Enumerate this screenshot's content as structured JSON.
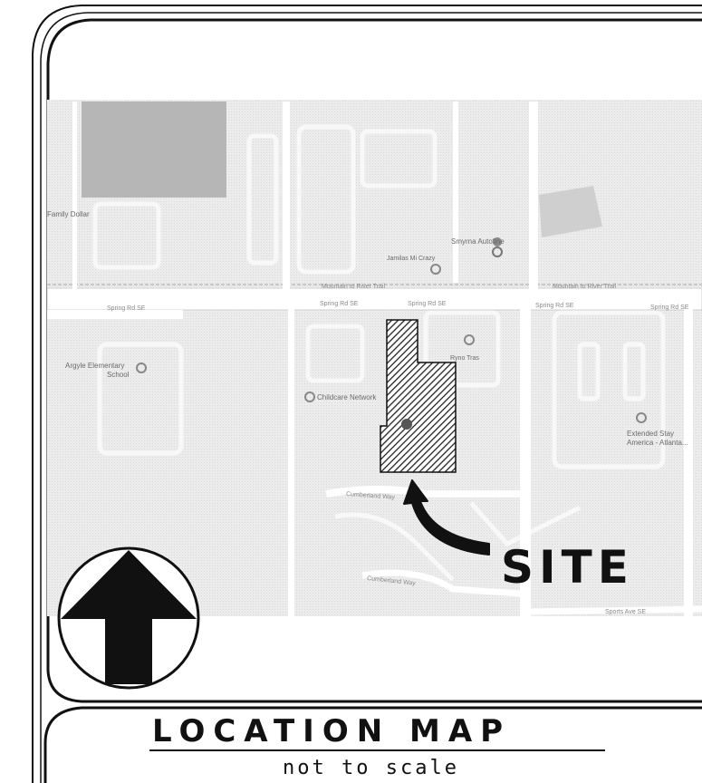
{
  "map": {
    "poi": {
      "family_dollar": "Family Dollar",
      "smyrna_autofine": "Smyrna Autofine",
      "jamilas_mi_crazy": "Jamilas Mi Crazy",
      "argyle_school_line1": "Argyle Elementary",
      "argyle_school_line2": "School",
      "childcare": "Childcare Network",
      "ryno_tras": "Ryno Tras",
      "extended_stay_line1": "Extended Stay",
      "extended_stay_line2": "America - Atlanta..."
    },
    "roads": {
      "spring_rd_left": "Spring Rd SE",
      "spring_rd_mid1": "Spring Rd SE",
      "spring_rd_mid2": "Spring Rd SE",
      "spring_rd_right1": "Spring Rd SE",
      "spring_rd_right2": "Spring Rd SE",
      "mountain_river_trail_1": "Mountain to River Trail",
      "mountain_river_trail_2": "Mountain to River Trail",
      "cumberland_way_1": "Cumberland Way",
      "cumberland_way_2": "Cumberland Way",
      "sports_ave": "Sports Ave SE"
    },
    "site_label": "SITE"
  },
  "title": {
    "main": "LOCATION MAP",
    "sub": "not to scale"
  },
  "colors": {
    "map_bg": "#efefef",
    "road": "#ffffff",
    "block_gray": "#b8b8b8",
    "ink": "#111111"
  },
  "icons": {
    "north_arrow": "north-arrow-icon",
    "site_arrow": "curved-arrow-icon",
    "poi_marker": "map-pin-icon"
  }
}
